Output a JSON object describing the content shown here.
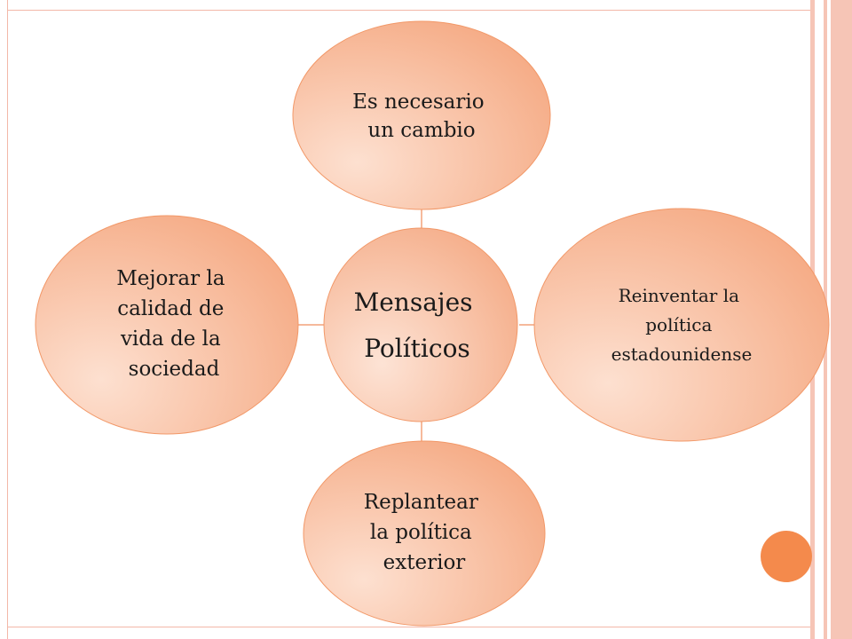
{
  "diagram": {
    "center": {
      "lines": [
        "Mensajes",
        "Políticos"
      ]
    },
    "nodes": [
      {
        "id": "top",
        "lines": [
          "Es necesario",
          "un cambio"
        ]
      },
      {
        "id": "right",
        "lines": [
          "Reinventar la",
          "política",
          "estadounidense"
        ]
      },
      {
        "id": "bottom",
        "lines": [
          "Replantear",
          "la política",
          "exterior"
        ]
      },
      {
        "id": "left",
        "lines": [
          "Mejorar la",
          "calidad de",
          "vida de la",
          "sociedad"
        ]
      }
    ],
    "colors": {
      "node_light": "#fde0d0",
      "node_dark": "#f4a37a",
      "center_light": "#fde3d5",
      "center_dark": "#f3a178",
      "connector": "#f2a27a",
      "text": "#1a1a1a"
    }
  }
}
